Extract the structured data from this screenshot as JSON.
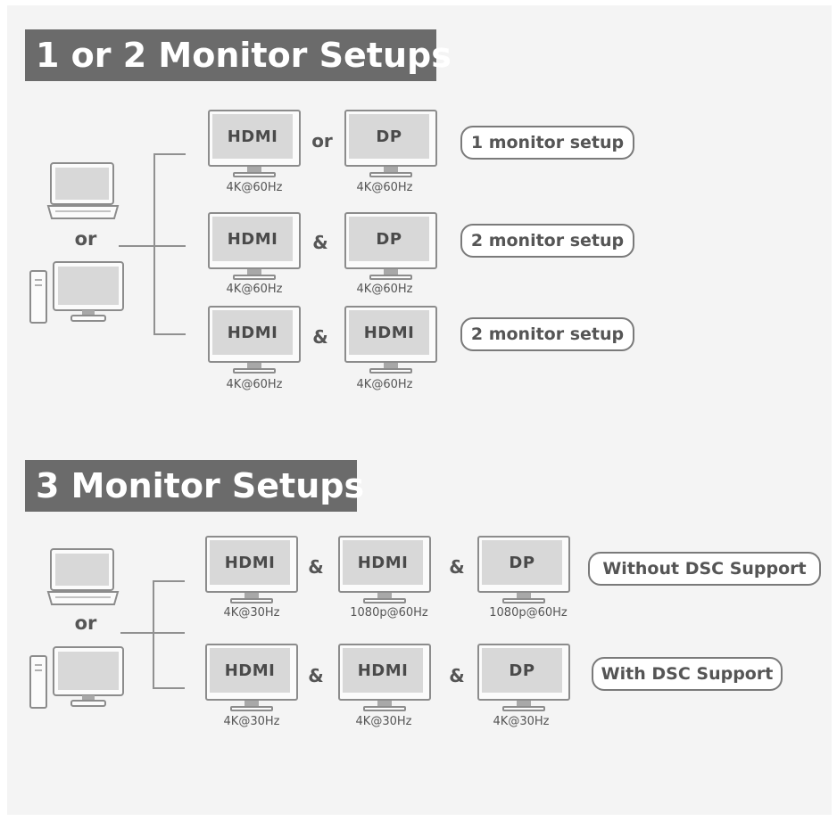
{
  "sections": [
    {
      "title": "1 or 2 Monitor Setups",
      "source_or_label": "or",
      "rows": [
        {
          "monitors": [
            {
              "port": "HDMI",
              "resolution": "4K@60Hz"
            },
            {
              "port": "DP",
              "resolution": "4K@60Hz"
            }
          ],
          "connectors": [
            "or"
          ],
          "setup_label": "1 monitor setup"
        },
        {
          "monitors": [
            {
              "port": "HDMI",
              "resolution": "4K@60Hz"
            },
            {
              "port": "DP",
              "resolution": "4K@60Hz"
            }
          ],
          "connectors": [
            "&"
          ],
          "setup_label": "2 monitor setup"
        },
        {
          "monitors": [
            {
              "port": "HDMI",
              "resolution": "4K@60Hz"
            },
            {
              "port": "HDMI",
              "resolution": "4K@60Hz"
            }
          ],
          "connectors": [
            "&"
          ],
          "setup_label": "2 monitor setup"
        }
      ]
    },
    {
      "title": "3 Monitor Setups",
      "source_or_label": "or",
      "rows": [
        {
          "monitors": [
            {
              "port": "HDMI",
              "resolution": "4K@30Hz"
            },
            {
              "port": "HDMI",
              "resolution": "1080p@60Hz"
            },
            {
              "port": "DP",
              "resolution": "1080p@60Hz"
            }
          ],
          "connectors": [
            "&",
            "&"
          ],
          "setup_label": "Without DSC Support"
        },
        {
          "monitors": [
            {
              "port": "HDMI",
              "resolution": "4K@30Hz"
            },
            {
              "port": "HDMI",
              "resolution": "4K@30Hz"
            },
            {
              "port": "DP",
              "resolution": "4K@30Hz"
            }
          ],
          "connectors": [
            "&",
            "&"
          ],
          "setup_label": "With DSC Support"
        }
      ]
    }
  ],
  "icons": {
    "laptop": "laptop-icon",
    "desktop": "desktop-computer-icon"
  },
  "colors": {
    "banner_background": "#6b6b6b",
    "banner_text": "#ffffff",
    "screen_fill": "#d8d8d8",
    "text": "#555555"
  }
}
